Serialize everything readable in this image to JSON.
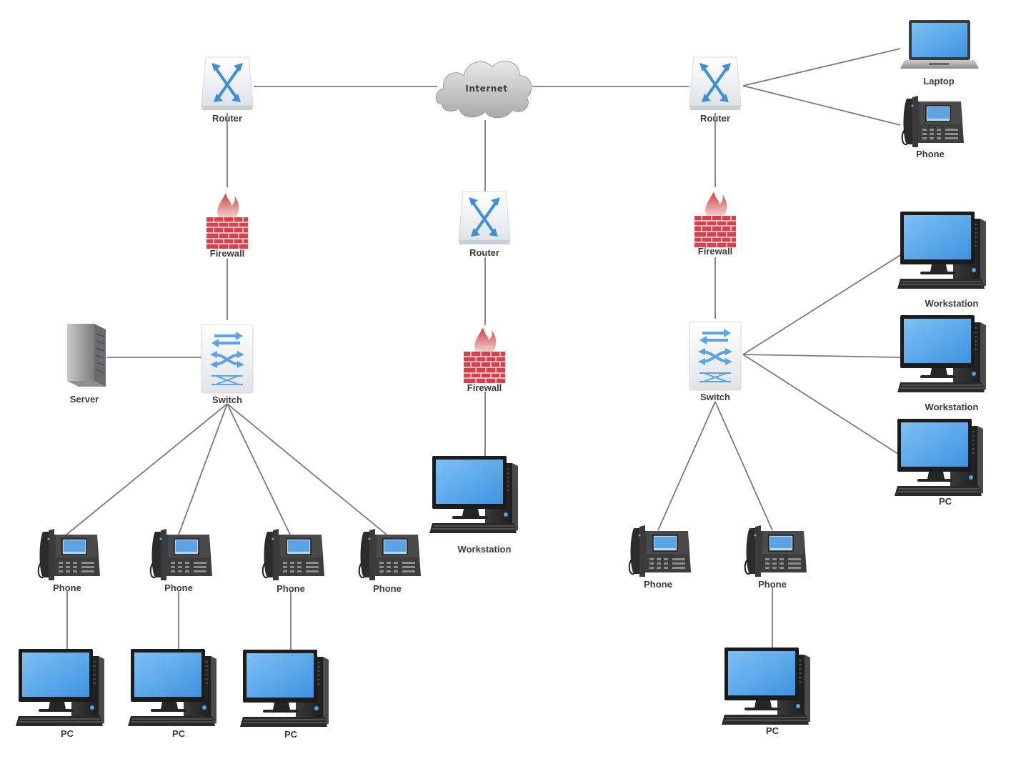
{
  "internet": {
    "label": "Internet"
  },
  "left": {
    "router": "Router",
    "firewall": "Firewall",
    "switch": "Switch",
    "server": "Server",
    "phones": [
      "Phone",
      "Phone",
      "Phone",
      "Phone"
    ],
    "pcs": [
      "PC",
      "PC",
      "PC"
    ]
  },
  "center": {
    "router": "Router",
    "firewall": "Firewall",
    "workstation": "Workstation"
  },
  "right": {
    "router": "Router",
    "laptop": "Laptop",
    "phone_top": "Phone",
    "firewall": "Firewall",
    "switch": "Switch",
    "workstations": [
      "Workstation",
      "Workstation"
    ],
    "pc_side": "PC",
    "phones": [
      "Phone",
      "Phone"
    ],
    "pc_bottom": "PC"
  },
  "colors": {
    "link_line": "#7a7a7a",
    "router_arrow": "#3f8fd6",
    "firewall_brick": "#d9414a",
    "screen_blue": "#4da3ee",
    "tower_dark": "#2f2f2f"
  }
}
